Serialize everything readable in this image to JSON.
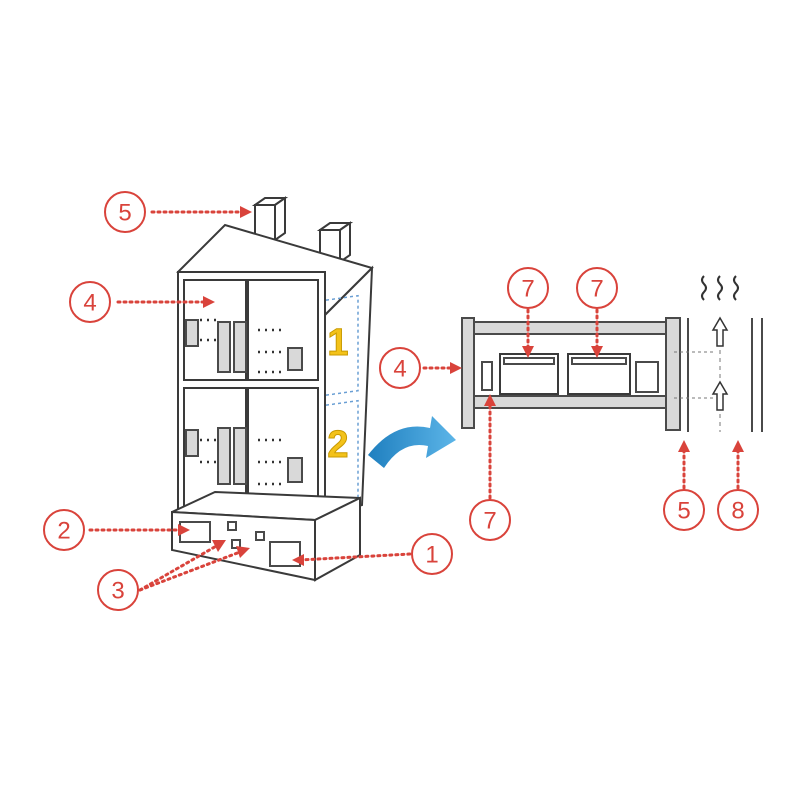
{
  "callouts": {
    "c1": "1",
    "c2": "2",
    "c3": "3",
    "c4_left": "4",
    "c5_top": "5",
    "c4_right": "4",
    "c7_a": "7",
    "c7_b": "7",
    "c7_c": "7",
    "c5_right": "5",
    "c8": "8"
  },
  "shelf_labels": {
    "upper": "1",
    "lower": "2"
  },
  "colors": {
    "callout_red": "#d9433b",
    "shelf_yellow": "#f3c21a",
    "transition_arrow_blue": "#2f8fcf",
    "outline": "#3a3a3a"
  },
  "icons": {
    "heat_rising": "wavy-heat-icon",
    "transition": "curved-arrow-icon"
  }
}
